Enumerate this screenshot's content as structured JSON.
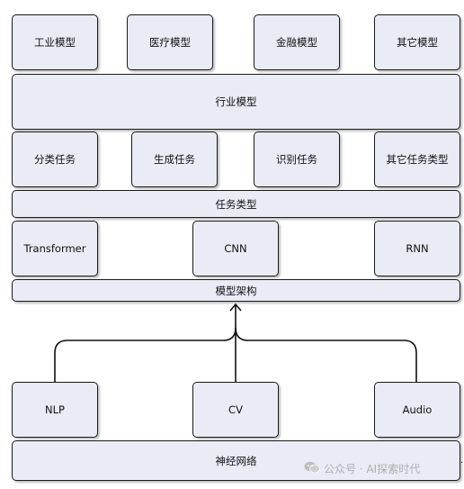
{
  "diagram": {
    "industry_models": [
      "工业模型",
      "医疗模型",
      "金融模型",
      "其它模型"
    ],
    "industry_layer": "行业模型",
    "tasks": [
      "分类任务",
      "生成任务",
      "识别任务",
      "其它任务类型"
    ],
    "task_layer": "任务类型",
    "architectures": [
      "Transformer",
      "CNN",
      "RNN"
    ],
    "architecture_layer": "模型架构",
    "domains": [
      "NLP",
      "CV",
      "Audio"
    ],
    "base_layer": "神经网络"
  },
  "watermark": {
    "icon": "wechat-icon",
    "text": "公众号 · AI探索时代"
  }
}
